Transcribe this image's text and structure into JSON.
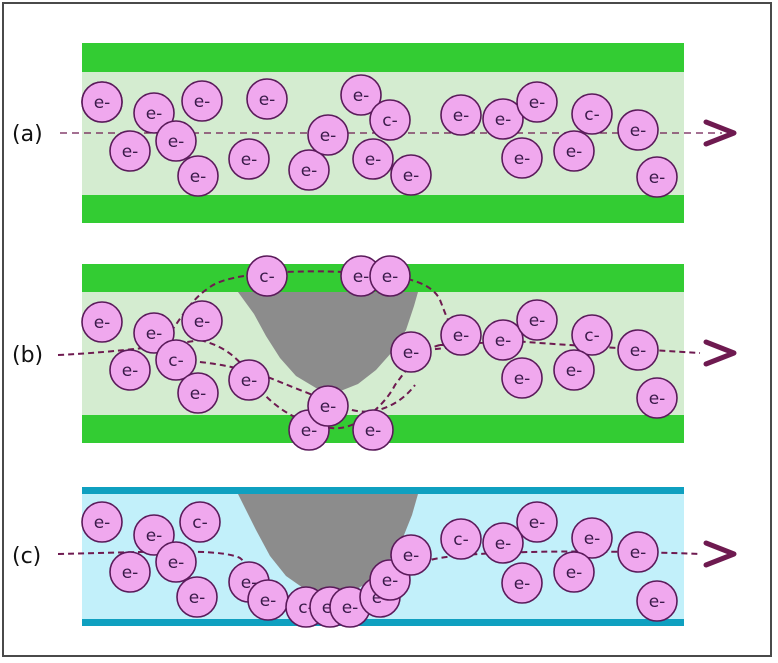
{
  "colors": {
    "green_band": "#33cc33",
    "green_fill": "#d4ecd0",
    "blue_band": "#0fa0c0",
    "blue_fill": "#c2f0fa",
    "electron_fill": "#f0a8ee",
    "electron_stroke": "#5a1a5a",
    "path_color": "#6e1a50",
    "defect_color": "#8c8c8c"
  },
  "panels": [
    {
      "label": "(a)",
      "electrons": [
        "e-",
        "e-",
        "e-",
        "e-",
        "e-",
        "e-",
        "e-",
        "e-",
        "e-",
        "e-",
        "e-",
        "c-",
        "e-",
        "e-",
        "e-",
        "e-",
        "e-",
        "c-",
        "e-",
        "e-",
        "e-",
        "e-",
        "e-",
        "e-",
        "e-",
        "e-",
        "e-"
      ]
    },
    {
      "label": "(b)",
      "electrons": [
        "e-",
        "e-",
        "e-",
        "c-",
        "e-",
        "c-",
        "e-",
        "e-",
        "e-",
        "e-",
        "e-",
        "e-",
        "e-",
        "e-",
        "e-",
        "e-",
        "e-",
        "c-",
        "e-",
        "e-",
        "e-",
        "e-",
        "e-",
        "e-",
        "e-"
      ]
    },
    {
      "label": "(c)",
      "electrons": [
        "e-",
        "e-",
        "c-",
        "e-",
        "e-",
        "e-",
        "e-",
        "e-",
        "c-",
        "e-",
        "e-",
        "e-",
        "e-",
        "e-",
        "c-",
        "e-",
        "e-",
        "e-",
        "e-",
        "e-",
        "e-",
        "e-",
        "e-",
        "e-",
        "e-",
        "e-"
      ]
    }
  ]
}
